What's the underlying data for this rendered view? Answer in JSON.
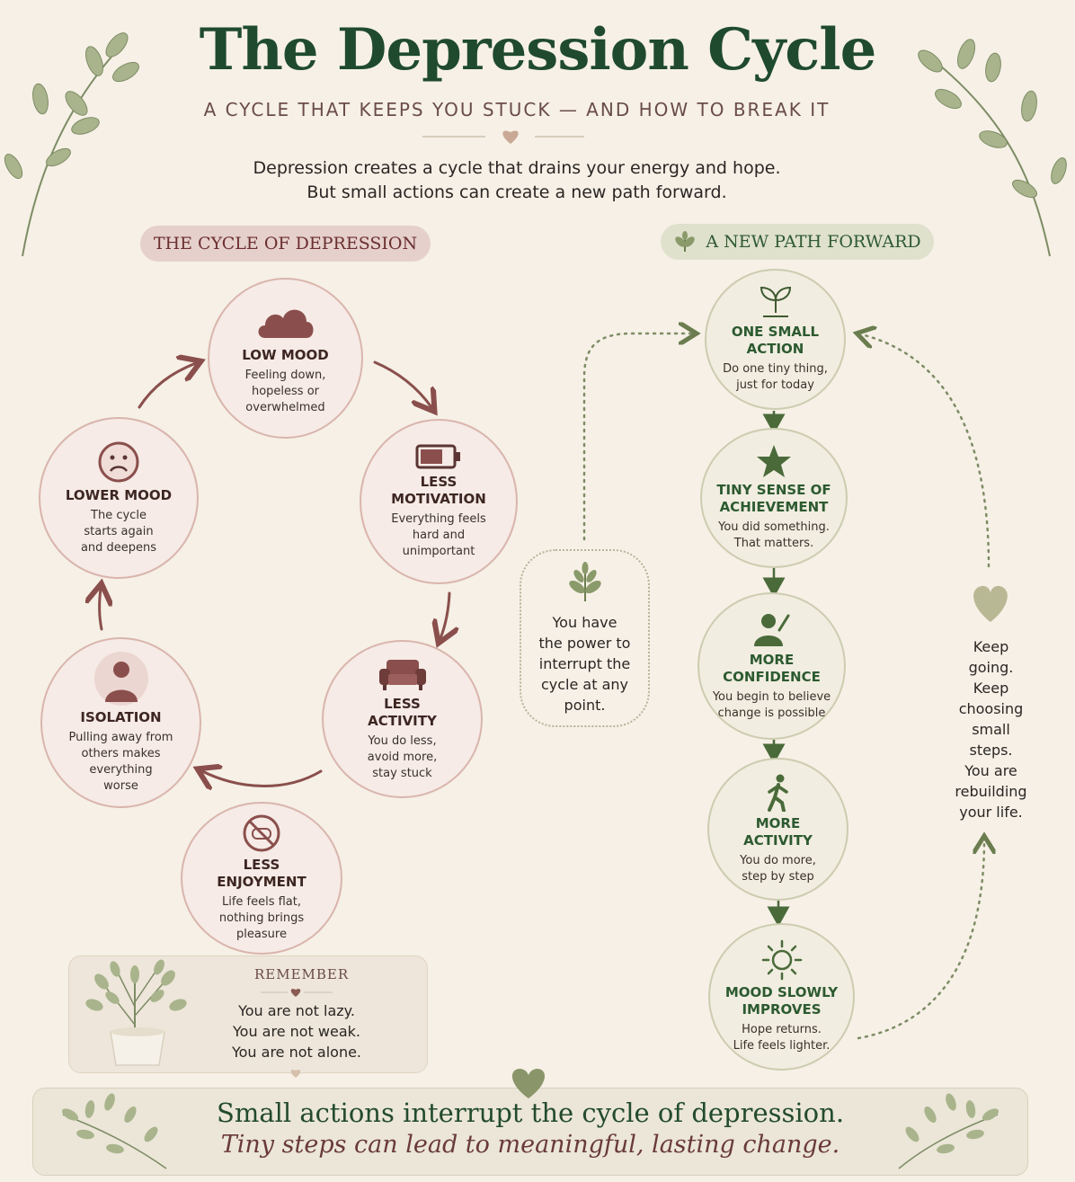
{
  "header": {
    "title": "The Depression Cycle",
    "subtitle": "A CYCLE THAT KEEPS YOU STUCK — AND HOW TO BREAK IT",
    "intro_line1": "Depression creates a cycle that drains your energy and hope.",
    "intro_line2": "But small actions can create a new path forward."
  },
  "cycle": {
    "label": "THE CYCLE OF DEPRESSION",
    "steps": [
      {
        "title": "LOW MOOD",
        "desc": "Feeling down,\nhopeless or\noverwhelmed",
        "icon": "cloud-icon"
      },
      {
        "title": "LESS\nMOTIVATION",
        "desc": "Everything feels\nhard and\nunimportant",
        "icon": "battery-low-icon"
      },
      {
        "title": "LESS\nACTIVITY",
        "desc": "You do less,\navoid more,\nstay stuck",
        "icon": "couch-icon"
      },
      {
        "title": "LESS\nENJOYMENT",
        "desc": "Life feels flat,\nnothing brings\npleasure",
        "icon": "no-fun-icon"
      },
      {
        "title": "ISOLATION",
        "desc": "Pulling away from\nothers makes\neverything\nworse",
        "icon": "person-icon"
      },
      {
        "title": "LOWER MOOD",
        "desc": "The cycle\nstarts again\nand deepens",
        "icon": "sad-face-icon"
      }
    ]
  },
  "path": {
    "label": "A NEW PATH FORWARD",
    "steps": [
      {
        "title": "ONE SMALL\nACTION",
        "desc": "Do one tiny thing,\njust for today",
        "icon": "sprout-icon"
      },
      {
        "title": "TINY SENSE OF\nACHIEVEMENT",
        "desc": "You did something.\nThat matters.",
        "icon": "star-icon"
      },
      {
        "title": "MORE\nCONFIDENCE",
        "desc": "You begin to believe\nchange is possible",
        "icon": "confident-person-icon"
      },
      {
        "title": "MORE\nACTIVITY",
        "desc": "You do more,\nstep by step",
        "icon": "walking-icon"
      },
      {
        "title": "MOOD SLOWLY\nIMPROVES",
        "desc": "Hope returns.\nLife feels lighter.",
        "icon": "sun-icon"
      }
    ]
  },
  "power_note": "You have\nthe power to\ninterrupt the\ncycle at any\npoint.",
  "keep_note": "Keep\ngoing.\nKeep\nchoosing\nsmall\nsteps.\nYou are\nrebuilding\nyour life.",
  "remember": {
    "title": "REMEMBER",
    "lines": "You are not lazy.\nYou are not weak.\nYou are not alone."
  },
  "footer": {
    "line1": "Small actions interrupt the cycle of depression.",
    "line2": "Tiny steps can lead to meaningful, lasting change."
  },
  "colors": {
    "title_green": "#1f4a2e",
    "cycle_red": "#8a4f4c",
    "path_green": "#5d6e45",
    "background": "#f6f0e6"
  }
}
